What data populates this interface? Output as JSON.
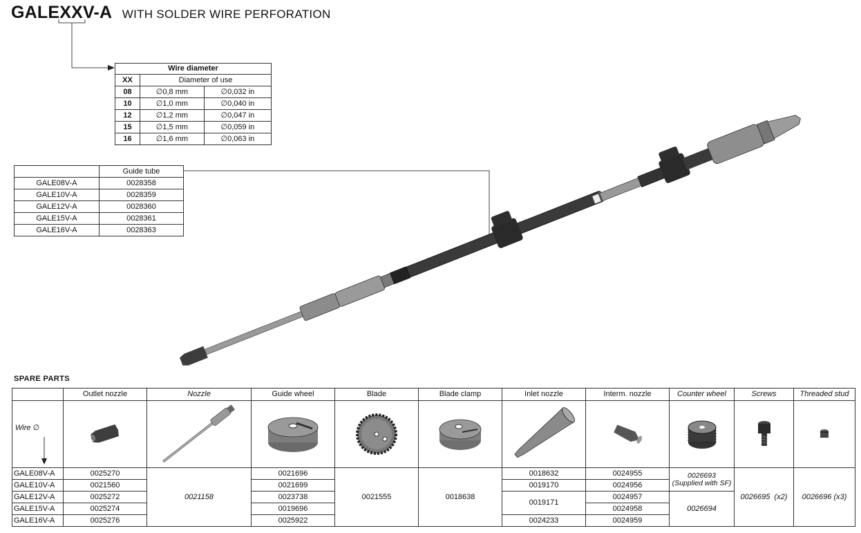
{
  "header": {
    "code": "GALEXXV-A",
    "subtitle": "WITH SOLDER WIRE PERFORATION"
  },
  "wire_diameter": {
    "title": "Wire diameter",
    "col_xx": "XX",
    "col_use": "Diameter of use",
    "rows": [
      {
        "xx": "08",
        "mm": "∅0,8 mm",
        "in": "∅0,032 in"
      },
      {
        "xx": "10",
        "mm": "∅1,0 mm",
        "in": "∅0,040 in"
      },
      {
        "xx": "12",
        "mm": "∅1,2 mm",
        "in": "∅0,047 in"
      },
      {
        "xx": "15",
        "mm": "∅1,5 mm",
        "in": "∅0,059 in"
      },
      {
        "xx": "16",
        "mm": "∅1,6 mm",
        "in": "∅0,063 in"
      }
    ]
  },
  "guide_tube": {
    "header": "Guide tube",
    "rows": [
      {
        "ref": "GALE08V-A",
        "value": "0028358"
      },
      {
        "ref": "GALE10V-A",
        "value": "0028359"
      },
      {
        "ref": "GALE12V-A",
        "value": "0028360"
      },
      {
        "ref": "GALE15V-A",
        "value": "0028361"
      },
      {
        "ref": "GALE16V-A",
        "value": "0028363"
      }
    ]
  },
  "spare_parts": {
    "title": "SPARE PARTS",
    "wire_label": "Wire ∅",
    "columns": [
      "Outlet nozzle",
      "Nozzle",
      "Guide wheel",
      "Blade",
      "Blade clamp",
      "Inlet nozzle",
      "Interm. nozzle",
      "Counter wheel",
      "Screws",
      "Threaded stud"
    ],
    "refs": [
      "GALE08V-A",
      "GALE10V-A",
      "GALE12V-A",
      "GALE15V-A",
      "GALE16V-A"
    ],
    "outlet_nozzle": [
      "0025270",
      "0021560",
      "0025272",
      "0025274",
      "0025276"
    ],
    "nozzle": "0021158",
    "guide_wheel": [
      "0021696",
      "0021699",
      "0023738",
      "0019696",
      "0025922"
    ],
    "blade": "0021555",
    "blade_clamp": "0018638",
    "inlet_nozzle": {
      "r1": "0018632",
      "r2": "0019170",
      "r34": "0019171",
      "r5": "0024233"
    },
    "interm_nozzle": [
      "0024955",
      "0024956",
      "0024957",
      "0024958",
      "0024959"
    ],
    "counter_wheel": {
      "top": "0026693 (Supplied with SF)",
      "bottom": "0026694"
    },
    "screws": "0026695  (x2)",
    "threaded_stud": "0026696 (x3)"
  }
}
